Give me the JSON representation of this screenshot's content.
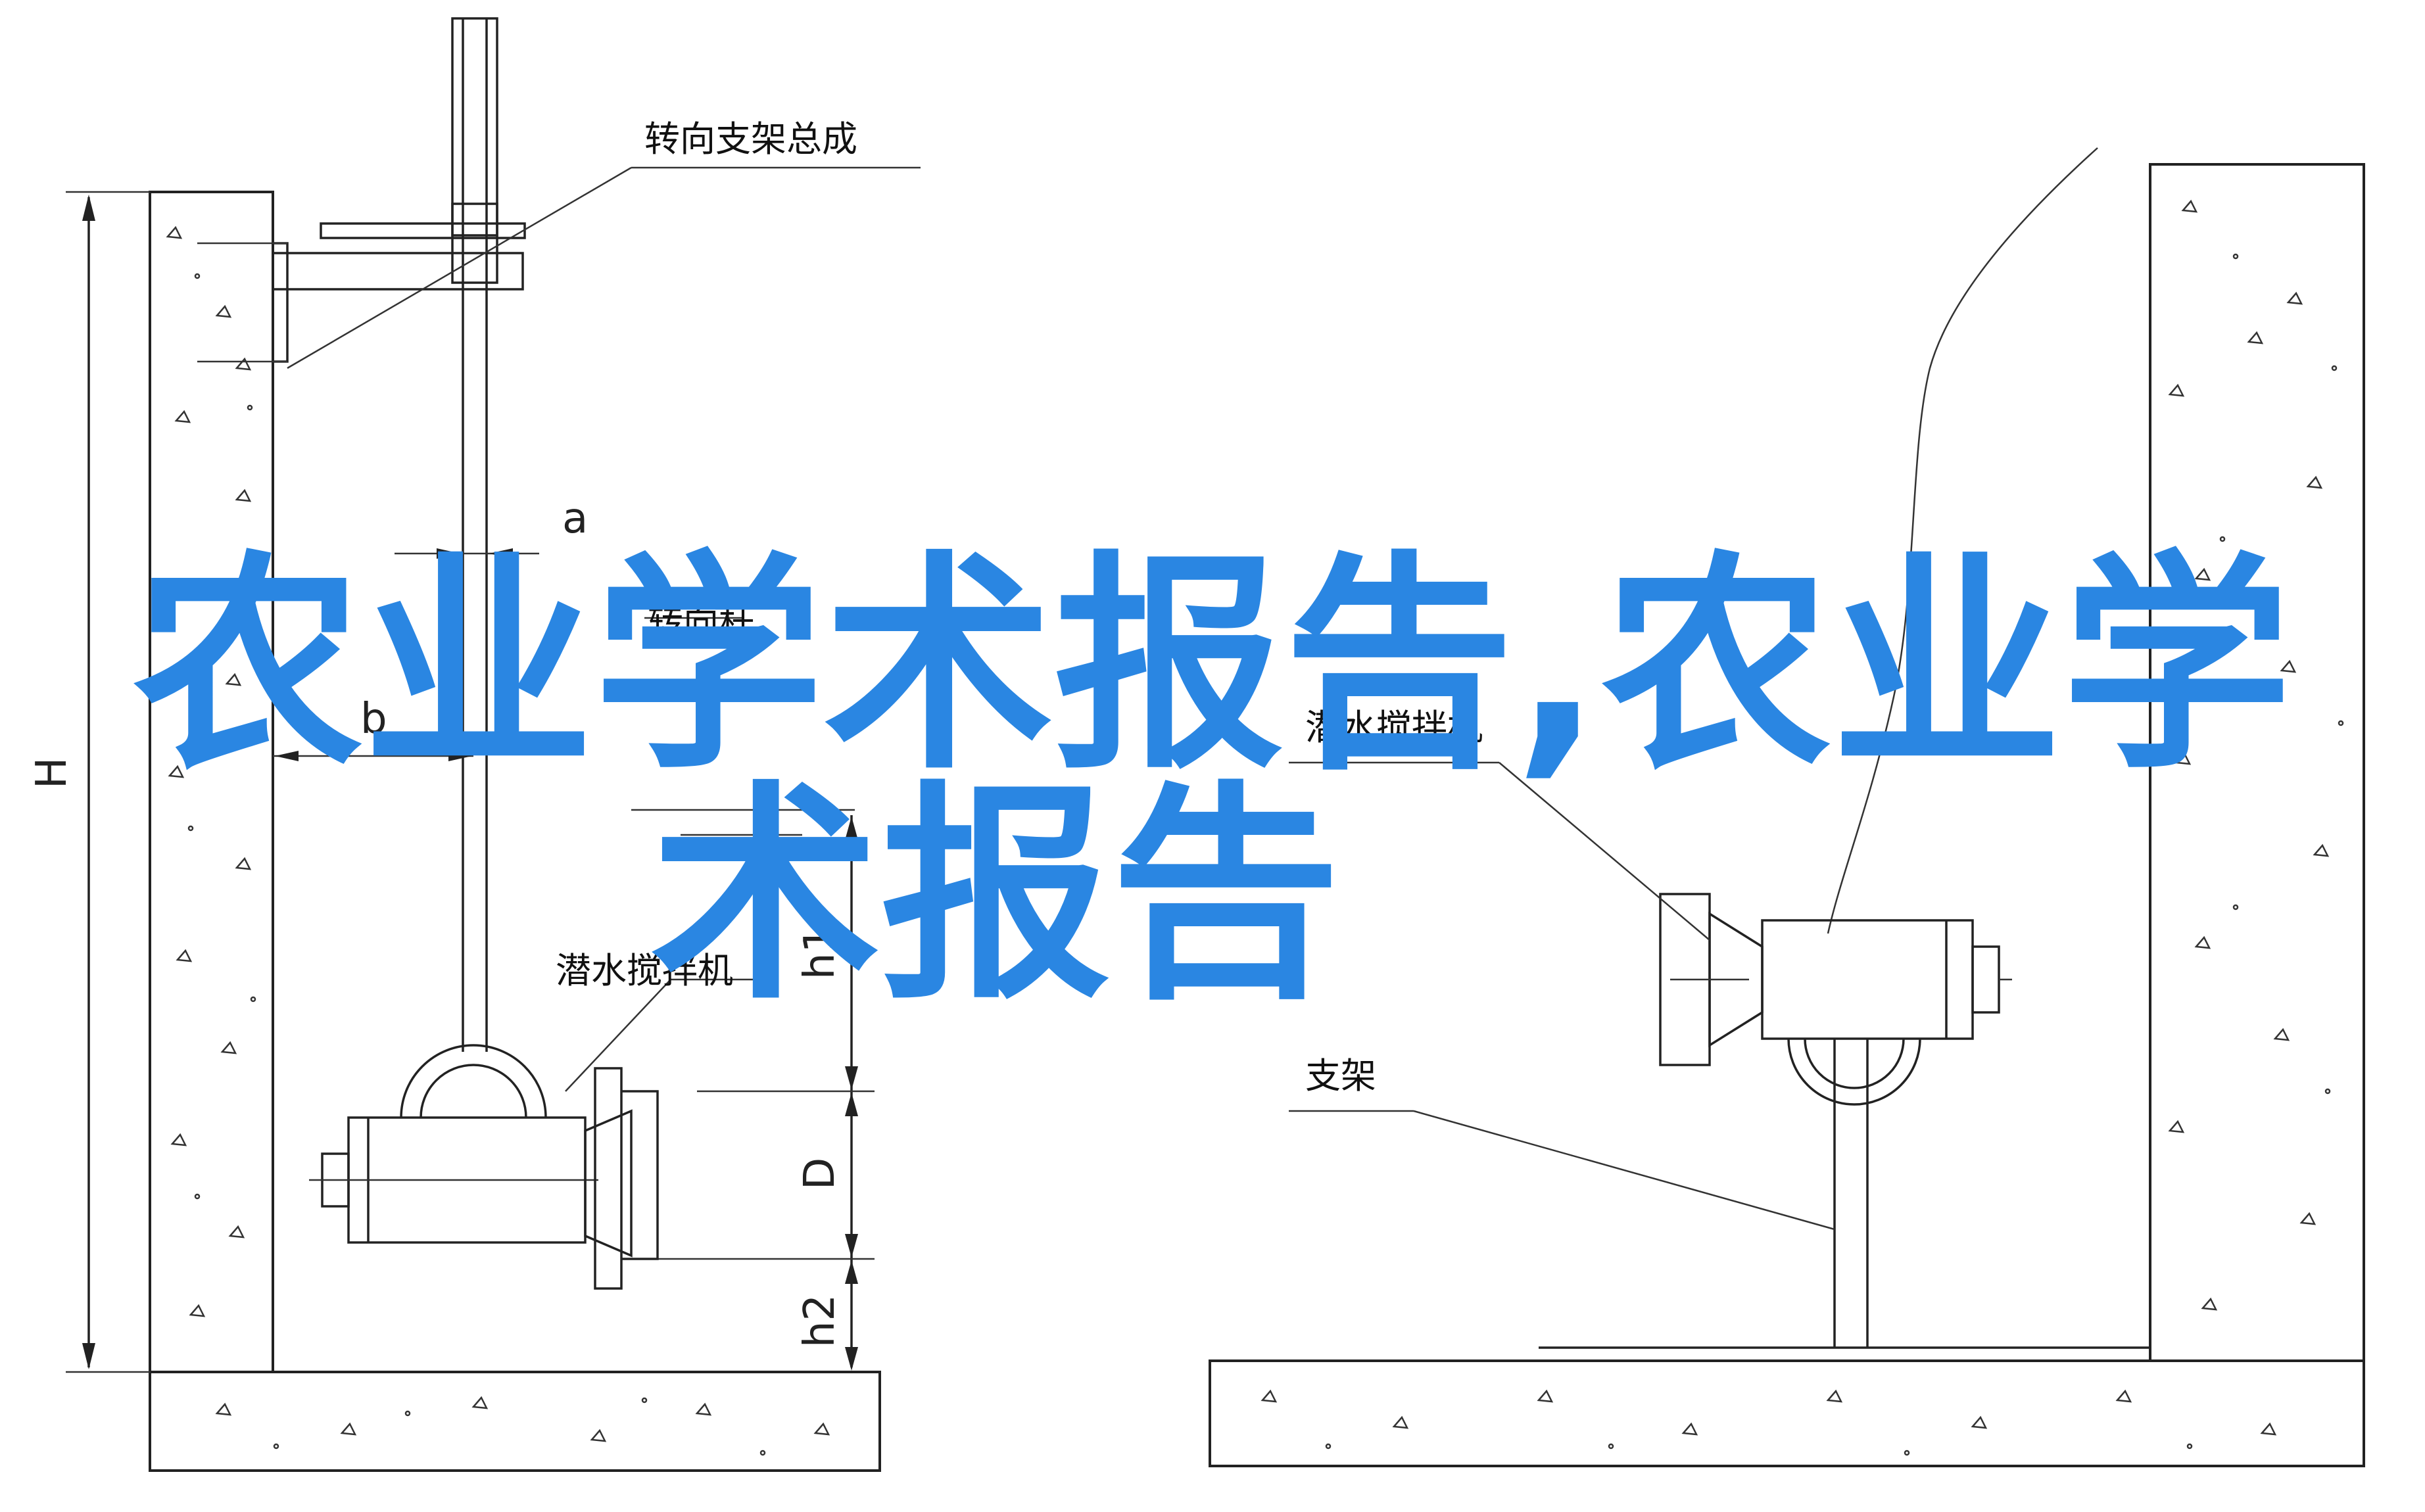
{
  "overlay_text": {
    "line1": "农业学术报告,农业学",
    "line2": "术报告"
  },
  "labels": {
    "swivel_bracket_assembly": "转向支架总成",
    "swivel_rod": "转向杆",
    "mixer_left": "潜水搅拌机",
    "mixer_right": "潜水搅拌机",
    "bracket": "支架"
  },
  "dimensions": {
    "a": "a",
    "b": "b",
    "H": "H",
    "h1": "h1",
    "D": "D",
    "h2": "h2"
  },
  "colors": {
    "overlay": "#2a86e2",
    "lines": "#222222"
  }
}
